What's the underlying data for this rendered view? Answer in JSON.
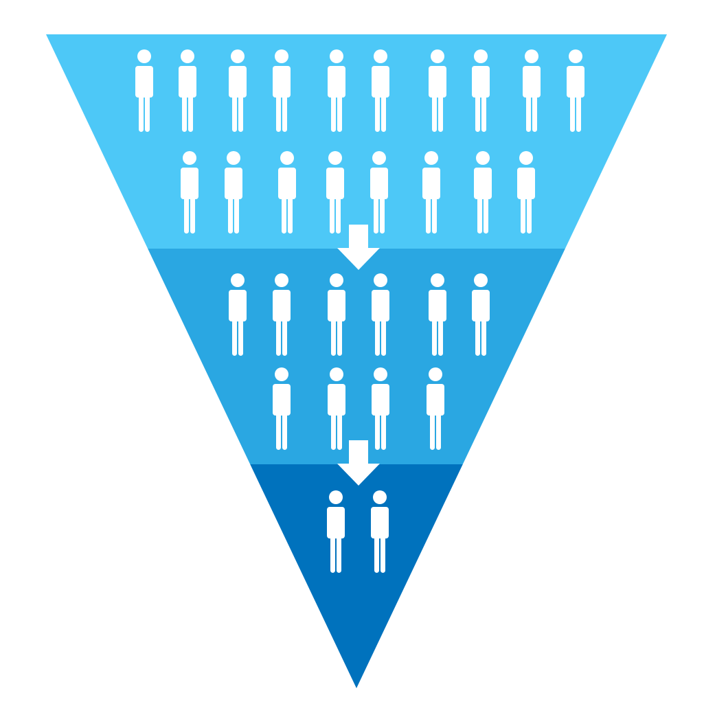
{
  "funnel": {
    "stages": [
      {
        "people_count": 18,
        "color": "#4dc8f7"
      },
      {
        "people_count": 10,
        "color": "#2aa7e2"
      },
      {
        "people_count": 2,
        "color": "#0072bd"
      }
    ],
    "figure_color": "#ffffff",
    "arrow_color": "#ffffff",
    "arrow_count": 2,
    "icon_names": [
      "person-icon",
      "down-arrow-icon"
    ]
  }
}
